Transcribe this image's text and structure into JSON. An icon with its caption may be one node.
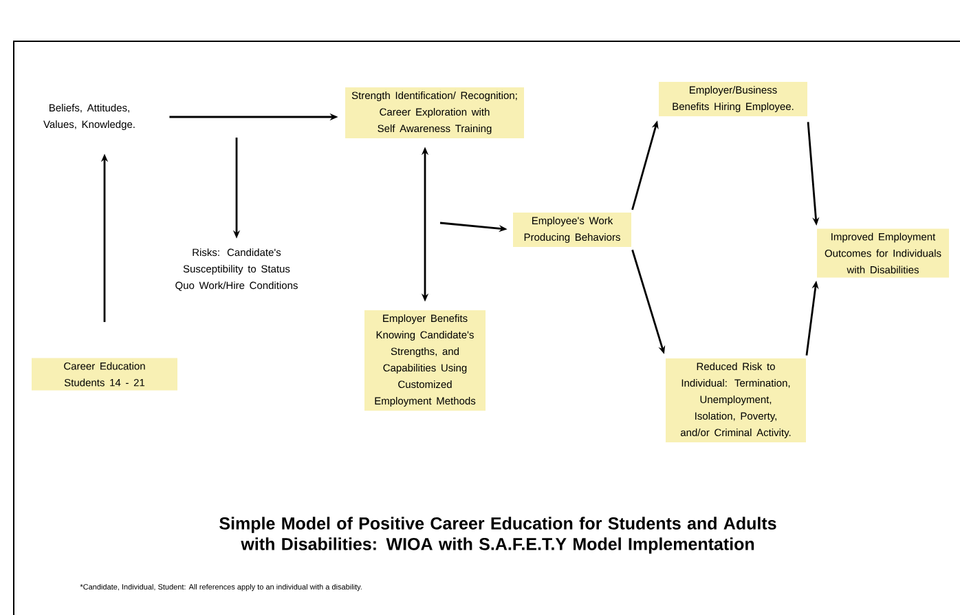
{
  "diagram": {
    "title": "Simple Model of Positive Career Education for Students and Adults with Disabilities:  WIOA with S.A.F.E.T.Y Model Implementation",
    "caption": "*Candidate, Individual, Student:  All references apply to an individual with a disability.",
    "nodes": [
      {
        "text": [
          "Beliefs,  Attitudes, Values, Knowledge."
        ]
      },
      {
        "text": [
          "Strength Identification/ Recognition; Career Exploration with Self Awareness Training"
        ]
      },
      {
        "text": [
          "Risks: Candidate's Susceptibility to Status Quo Work/Hire Conditions"
        ]
      },
      {
        "text": [
          "Career Education Students 14 - 21"
        ]
      },
      {
        "text": [
          "Employer Benefits Knowing Candidate's Strengths, and Capabilities Using Customized Employment Methods"
        ]
      },
      {
        "text": [
          "Employee's Work Producing Behaviors"
        ]
      },
      {
        "text": [
          "Employer/Business Benefits Hiring Employee."
        ]
      },
      {
        "text": [
          "Improved Employment Outcomes for Individuals with Disabilities"
        ]
      },
      {
        "text": [
          "Reduced Risk to Individual: Termination, Unemployment, Isolation, Poverty, and/or Criminal Activity."
        ]
      }
    ],
    "edges": [
      {
        "from": 0,
        "to": 1,
        "arrow": "to"
      },
      {
        "from": null,
        "to": 2,
        "arrow": "to"
      },
      {
        "from": 3,
        "to": 0,
        "arrow": "to"
      },
      {
        "from": 1,
        "to": 4,
        "arrow": "both"
      },
      {
        "from": null,
        "to": 5,
        "arrow": "to"
      },
      {
        "from": 5,
        "to": 6,
        "arrow": "to"
      },
      {
        "from": 5,
        "to": 8,
        "arrow": "to"
      },
      {
        "from": 6,
        "to": 7,
        "arrow": "to"
      },
      {
        "from": 8,
        "to": 7,
        "arrow": "to"
      }
    ]
  }
}
